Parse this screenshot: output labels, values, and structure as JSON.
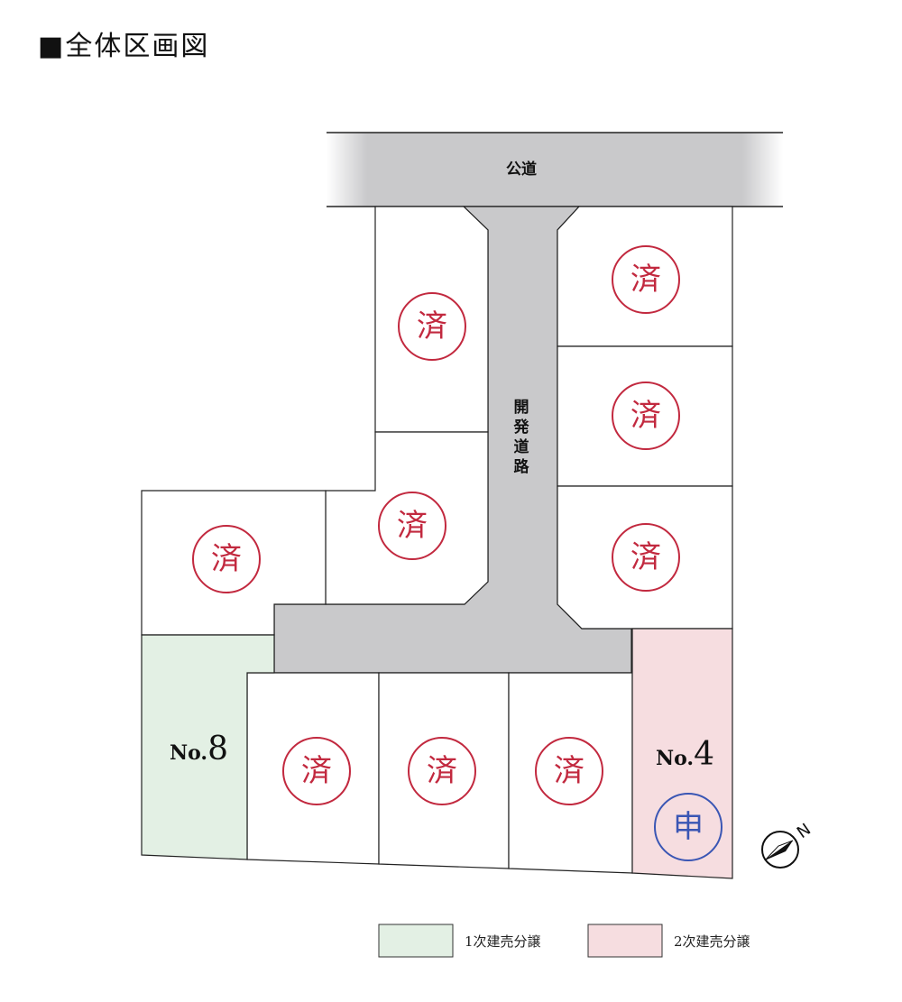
{
  "title": "■全体区画図",
  "roads": {
    "public": "公道",
    "development": [
      "開",
      "発",
      "道",
      "路"
    ]
  },
  "sold_mark": "済",
  "applied_mark": "申",
  "lots": {
    "no8": {
      "prefix": "No.",
      "number": "8"
    },
    "no4": {
      "prefix": "No.",
      "number": "4"
    }
  },
  "compass": {
    "north": "N"
  },
  "legend": {
    "first": "1次建売分譲",
    "second": "2次建売分譲"
  },
  "colors": {
    "first_phase": "#e3f0e4",
    "second_phase": "#f6dde0",
    "road": "#c9c9cb",
    "sold": "#c2293f",
    "applied": "#3a56b4"
  }
}
